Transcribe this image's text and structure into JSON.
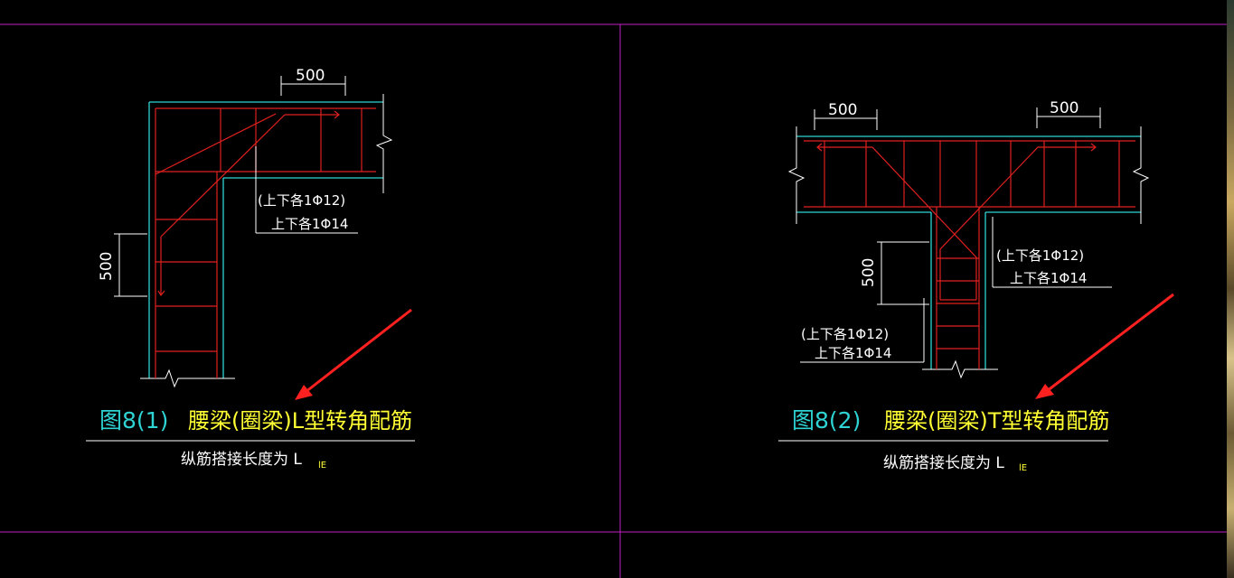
{
  "colors": {
    "background": "#000000",
    "viewport_border": "#c020c0",
    "outline": "#2fd3d3",
    "rebar": "#e02020",
    "dimension": "#ffffff",
    "title": "#ffff33",
    "figure_number": "#2fd3d3",
    "arrow": "#ff2020"
  },
  "left_panel": {
    "dimension_top": "500",
    "dimension_side": "500",
    "note_line1": "(上下各1Φ12)",
    "note_line2": "上下各1Φ14",
    "figure_number": "图8(1)",
    "figure_title": "腰梁(圈梁)L型转角配筋",
    "subtitle": "纵筋搭接长度为 L",
    "subtitle_subscript": "lE"
  },
  "right_panel": {
    "dimension_top_left": "500",
    "dimension_top_right": "500",
    "dimension_side": "500",
    "note_right_line1": "(上下各1Φ12)",
    "note_right_line2": "上下各1Φ14",
    "note_left_line1": "(上下各1Φ12)",
    "note_left_line2": "上下各1Φ14",
    "figure_number": "图8(2)",
    "figure_title": "腰梁(圈梁)T型转角配筋",
    "subtitle": "纵筋搭接长度为 L",
    "subtitle_subscript": "lE"
  }
}
